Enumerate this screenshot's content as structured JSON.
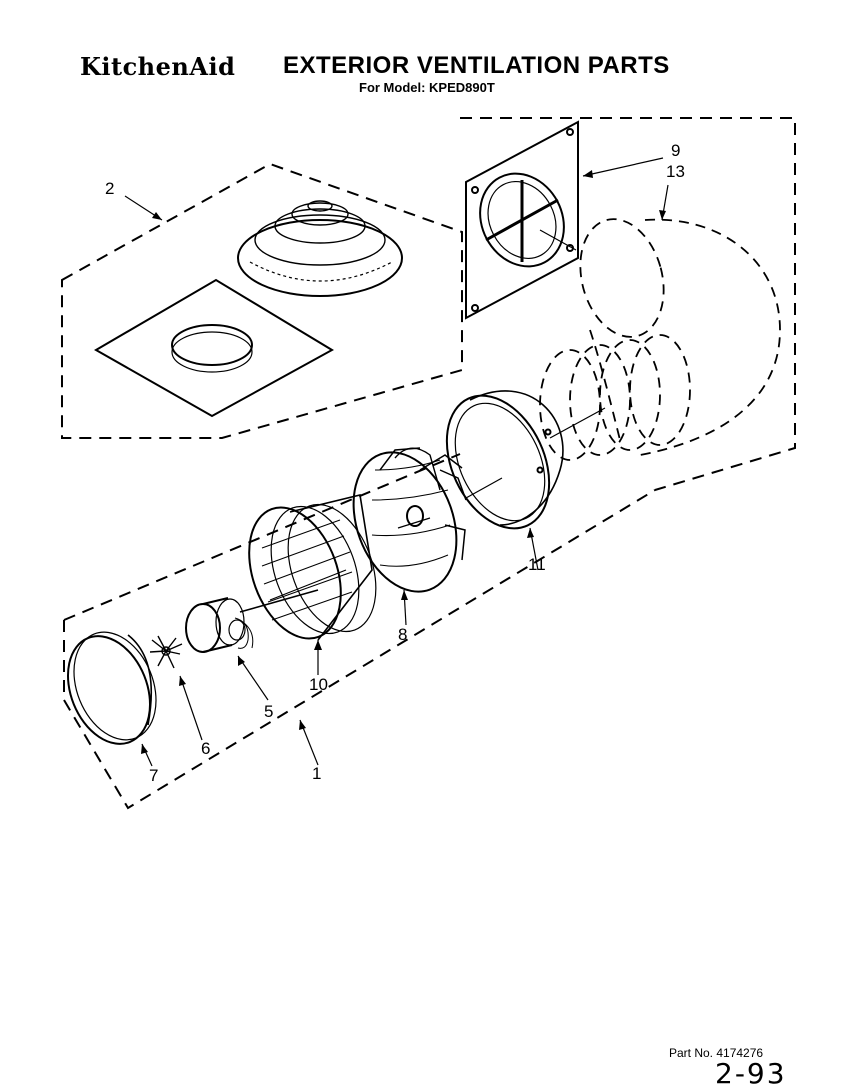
{
  "header": {
    "brand": "KitchenAid",
    "title": "EXTERIOR VENTILATION PARTS",
    "subtitle": "For Model: KPED890T"
  },
  "footer": {
    "part_number": "Part No. 4174276",
    "date": "2-93"
  },
  "callouts": {
    "c1": "1",
    "c2": "2",
    "c5": "5",
    "c6": "6",
    "c7": "7",
    "c8": "8",
    "c9": "9",
    "c10": "10",
    "c11": "11",
    "c13": "13"
  }
}
